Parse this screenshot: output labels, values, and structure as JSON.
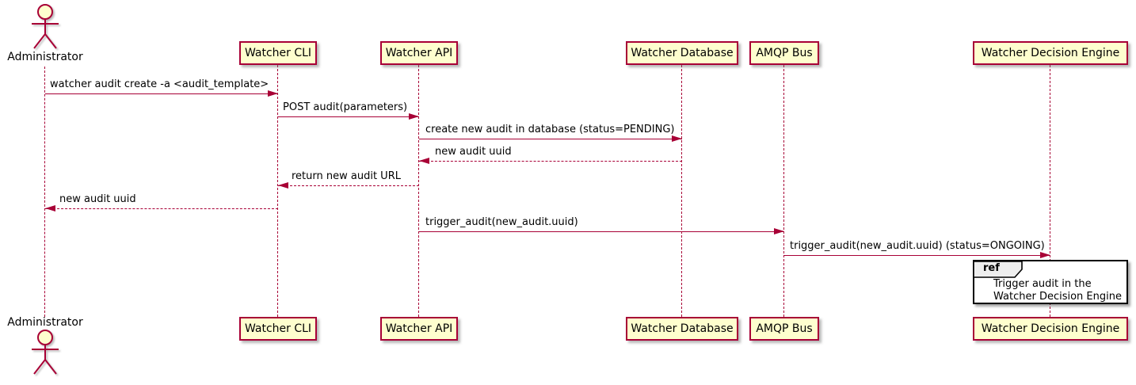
{
  "diagram_type": "sequence",
  "actor": {
    "name": "Administrator"
  },
  "participants": [
    "Watcher CLI",
    "Watcher API",
    "Watcher Database",
    "AMQP Bus",
    "Watcher Decision Engine"
  ],
  "messages": [
    {
      "from": "Administrator",
      "to": "Watcher CLI",
      "label": "watcher audit create -a <audit_template>",
      "style": "solid"
    },
    {
      "from": "Watcher CLI",
      "to": "Watcher API",
      "label": "POST audit(parameters)",
      "style": "solid"
    },
    {
      "from": "Watcher API",
      "to": "Watcher Database",
      "label": "create new audit in database (status=PENDING)",
      "style": "solid"
    },
    {
      "from": "Watcher Database",
      "to": "Watcher API",
      "label": "new audit uuid",
      "style": "dashed"
    },
    {
      "from": "Watcher API",
      "to": "Watcher CLI",
      "label": "return new audit URL",
      "style": "dashed"
    },
    {
      "from": "Watcher CLI",
      "to": "Administrator",
      "label": "new audit uuid",
      "style": "dashed"
    },
    {
      "from": "Watcher API",
      "to": "AMQP Bus",
      "label": "trigger_audit(new_audit.uuid)",
      "style": "solid"
    },
    {
      "from": "AMQP Bus",
      "to": "Watcher Decision Engine",
      "label": "trigger_audit(new_audit.uuid) (status=ONGOING)",
      "style": "solid"
    }
  ],
  "ref_fragment": {
    "keyword": "ref",
    "over": "Watcher Decision Engine",
    "lines": [
      "Trigger audit in the",
      "Watcher Decision Engine"
    ]
  },
  "colors": {
    "participant_fill": "#FEFECE",
    "participant_border": "#A80036",
    "arrow": "#A80036",
    "lifeline": "#A80036",
    "text": "#000000",
    "ref_border": "#000000",
    "ref_header_fill": "#EEEEEE",
    "background": "#FFFFFF"
  }
}
